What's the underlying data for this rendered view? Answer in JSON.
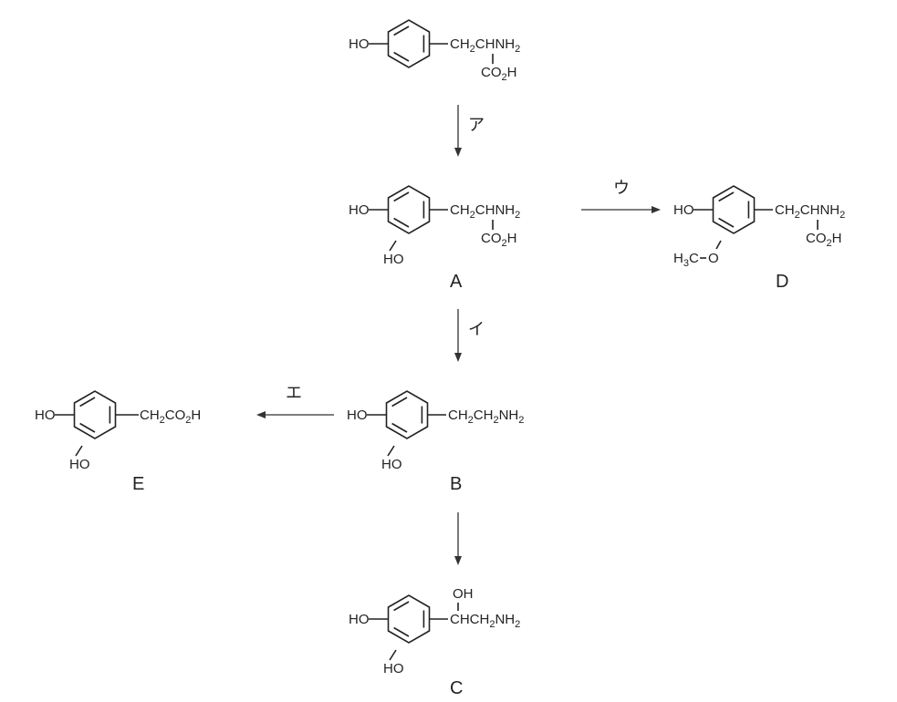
{
  "compounds": {
    "tyrosine": {
      "label": "",
      "left": "HO",
      "chain_top": {
        "pre": "CH",
        "sub": "2",
        "post": "CHNH",
        "sub2": "2"
      },
      "chain_bottom": {
        "pre": "CO",
        "sub": "2",
        "post": "H"
      }
    },
    "A": {
      "label": "A",
      "left": "HO",
      "lower": "HO",
      "chain_top": {
        "pre": "CH",
        "sub": "2",
        "post": "CHNH",
        "sub2": "2"
      },
      "chain_bottom": {
        "pre": "CO",
        "sub": "2",
        "post": "H"
      }
    },
    "D": {
      "label": "D",
      "left": "HO",
      "methoxy": {
        "pre": "H",
        "sub": "3",
        "post": "C",
        "o": "O"
      },
      "chain_top": {
        "pre": "CH",
        "sub": "2",
        "post": "CHNH",
        "sub2": "2"
      },
      "chain_bottom": {
        "pre": "CO",
        "sub": "2",
        "post": "H"
      }
    },
    "B": {
      "label": "B",
      "left": "HO",
      "lower": "HO",
      "chain": {
        "a": "CH",
        "a_sub": "2",
        "b": "CH",
        "b_sub": "2",
        "c": "NH",
        "c_sub": "2"
      }
    },
    "E": {
      "label": "E",
      "left": "HO",
      "lower": "HO",
      "chain": {
        "a": "CH",
        "a_sub": "2",
        "b": "CO",
        "b_sub": "2",
        "c": "H"
      }
    },
    "C": {
      "label": "C",
      "left": "HO",
      "lower": "HO",
      "oh": "OH",
      "chain": {
        "a": "CHCH",
        "a_sub": "2",
        "b": "NH",
        "b_sub": "2"
      }
    }
  },
  "steps": {
    "a": "ア",
    "i": "イ",
    "u": "ウ",
    "e": "エ",
    "last": ""
  }
}
